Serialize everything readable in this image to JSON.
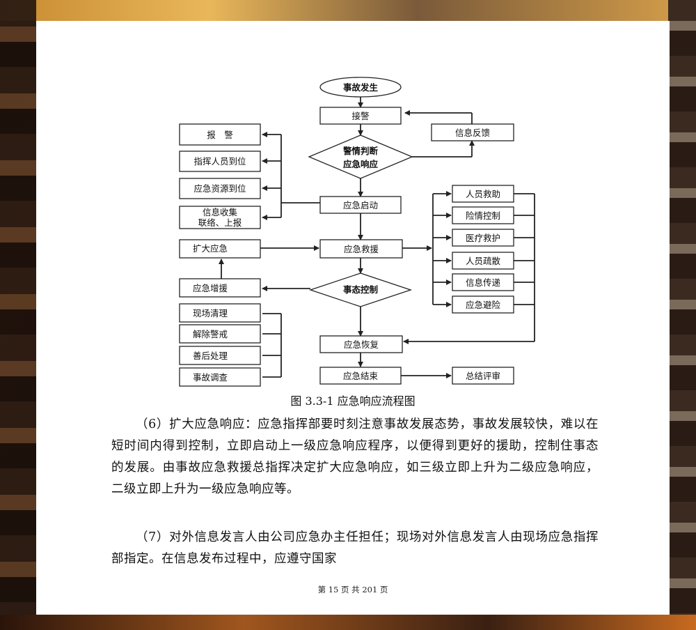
{
  "flowchart": {
    "start": "事故发生",
    "receive_alarm": "接警",
    "feedback": "信息反馈",
    "judge": [
      "警情判断",
      "应急响应"
    ],
    "activate": "应急启动",
    "rescue": "应急救援",
    "control": "事态控制",
    "recover": "应急恢复",
    "end": "应急结束",
    "review": "总结评审",
    "left_group1": [
      "报　警",
      "指挥人员到位",
      "应急资源到位",
      [
        "信息收集",
        "联络、上报"
      ]
    ],
    "expand": "扩大应急",
    "reinforce": "应急增援",
    "left_group2": [
      "现场清理",
      "解除警戒",
      "善后处理",
      "事故调查"
    ],
    "right_group": [
      "人员救助",
      "险情控制",
      "医疗救护",
      "人员疏散",
      "信息传递",
      "应急避险"
    ]
  },
  "caption": "图 3.3-1 应急响应流程图",
  "paragraphs": [
    "（6）扩大应急响应：应急指挥部要时刻注意事故发展态势，事故发展较快，难以在短时间内得到控制，立即启动上一级应急响应程序，以便得到更好的援助，控制住事态的发展。由事故应急救援总指挥决定扩大应急响应，如三级立即上升为二级应急响应，二级立即上升为一级应急响应等。",
    "（7）对外信息发言人由公司应急办主任担任；现场对外信息发言人由现场应急指挥部指定。在信息发布过程中，应遵守国家"
  ],
  "footer": "第 15 页 共 201 页"
}
